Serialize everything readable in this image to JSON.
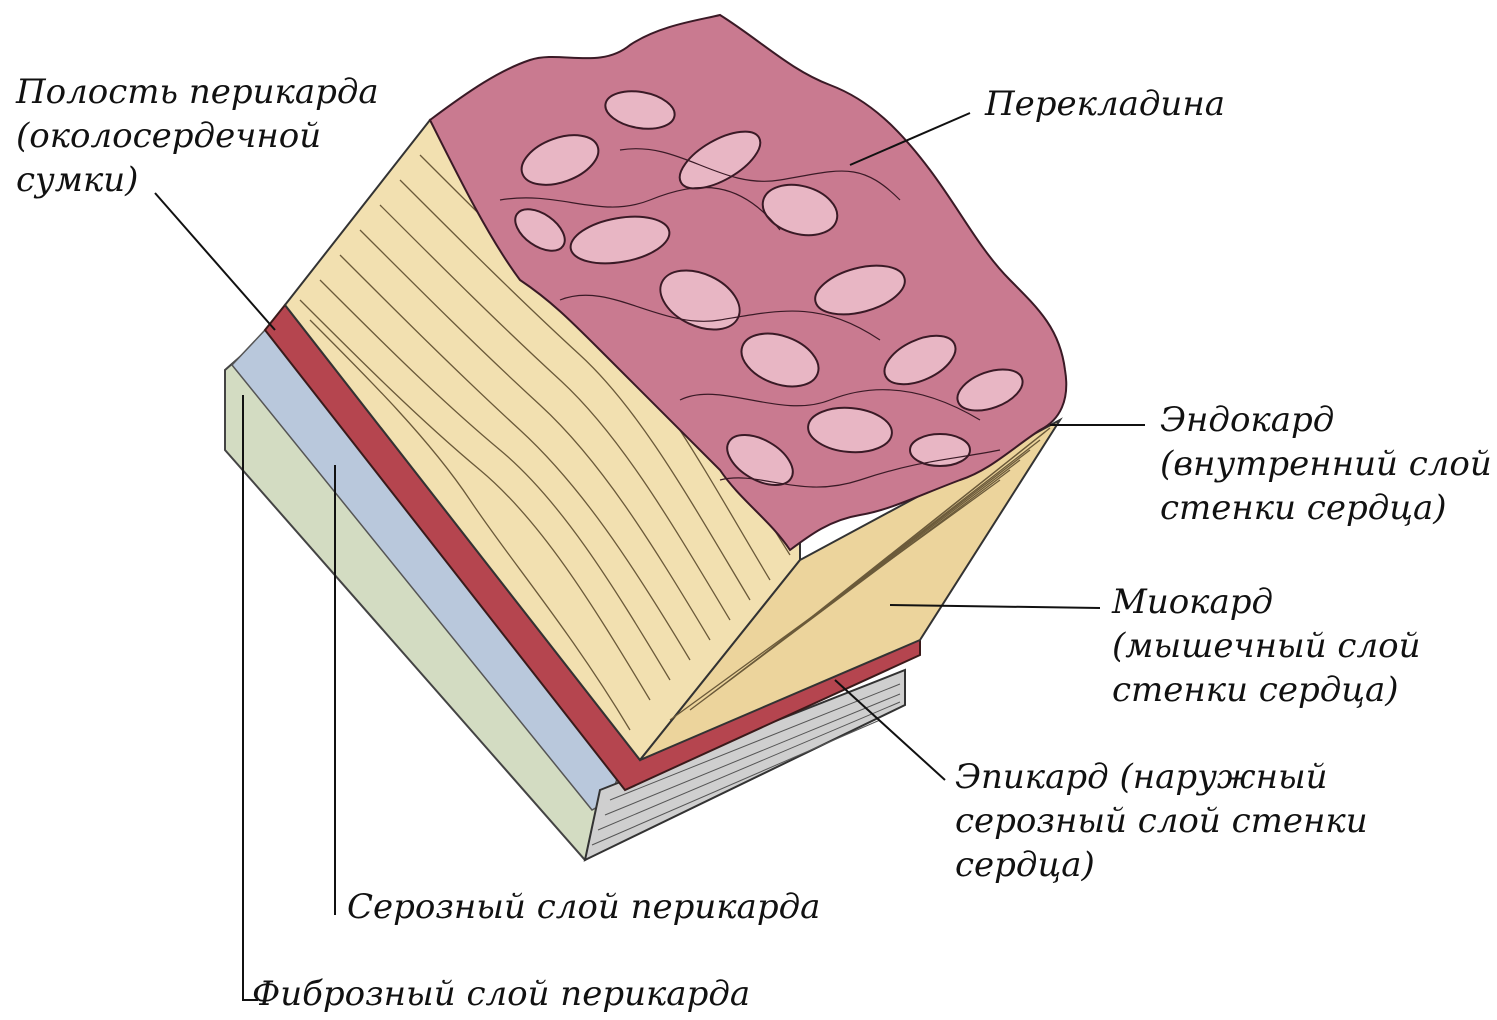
{
  "labels": {
    "pericardial_cavity": [
      "Полость перикарда",
      "(околосердечной",
      "сумки)"
    ],
    "trabecula": [
      "Перекладина"
    ],
    "endocardium": [
      "Эндокард",
      "(внутренний слой",
      "стенки сердца)"
    ],
    "myocardium": [
      "Миокард",
      "(мышечный слой",
      "стенки сердца)"
    ],
    "epicardium": [
      "Эпикард (наружный",
      "серозный слой стенки",
      "сердца)"
    ],
    "serous_layer": [
      "Серозный слой перикарда"
    ],
    "fibrous_layer": [
      "Фиброзный слой перикарда"
    ]
  },
  "colors": {
    "myocardium": "#f2e0b0",
    "myocardium_side": "#ecd49c",
    "endocardium": "#c97a90",
    "endocardium_light": "#e8b6c4",
    "epicardium": "#b5454f",
    "serous": "#b9c8dc",
    "fibrous": "#d3dcc2",
    "base": "#cfcfcf"
  }
}
